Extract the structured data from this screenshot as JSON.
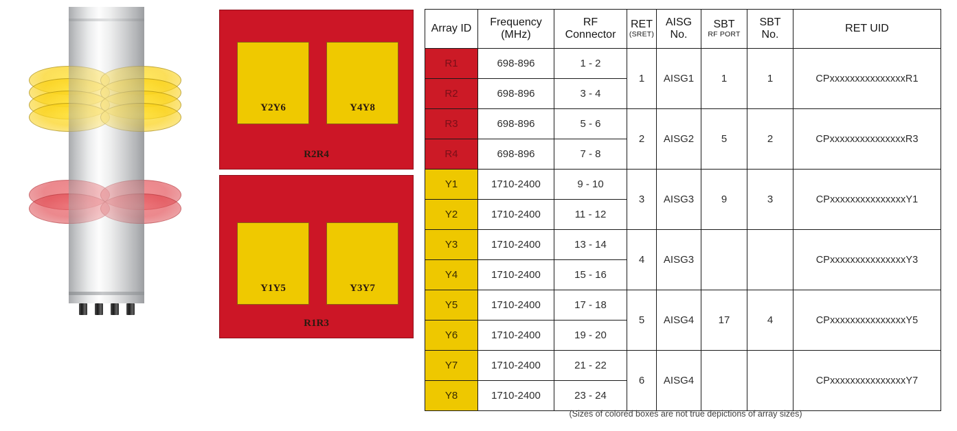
{
  "diagram": {
    "name": "antenna-radome-illustration",
    "lobes": {
      "yellow_count": 4,
      "red_count": 2,
      "yellow_color": "#efc900",
      "red_color": "#d8373e"
    },
    "connector_count": 4
  },
  "array_panels": [
    {
      "id": "array-panel-top",
      "panel_label": "R2R4",
      "color": "#cc1626",
      "tiles": [
        {
          "label": "Y2Y6",
          "color": "#efc900"
        },
        {
          "label": "Y4Y8",
          "color": "#efc900"
        }
      ]
    },
    {
      "id": "array-panel-bottom",
      "panel_label": "R1R3",
      "color": "#cc1626",
      "tiles": [
        {
          "label": "Y1Y5",
          "color": "#efc900"
        },
        {
          "label": "Y3Y7",
          "color": "#efc900"
        }
      ]
    }
  ],
  "table": {
    "headers": [
      {
        "main": "Array ID",
        "sub": ""
      },
      {
        "main": "Frequency",
        "sub": "(MHz)"
      },
      {
        "main": "RF",
        "sub": "Connector"
      },
      {
        "main": "RET",
        "sub": "(SRET)"
      },
      {
        "main": "AISG",
        "sub": "No."
      },
      {
        "main": "SBT",
        "sub": "RF PORT"
      },
      {
        "main": "SBT",
        "sub": "No."
      },
      {
        "main": "RET UID",
        "sub": ""
      }
    ],
    "rows": [
      {
        "array_id": "R1",
        "band": "red",
        "frequency": "698-896",
        "rf_connector": "1 - 2"
      },
      {
        "array_id": "R2",
        "band": "red",
        "frequency": "698-896",
        "rf_connector": "3 - 4"
      },
      {
        "array_id": "R3",
        "band": "red",
        "frequency": "698-896",
        "rf_connector": "5 - 6"
      },
      {
        "array_id": "R4",
        "band": "red",
        "frequency": "698-896",
        "rf_connector": "7 - 8"
      },
      {
        "array_id": "Y1",
        "band": "yellow",
        "frequency": "1710-2400",
        "rf_connector": "9 - 10"
      },
      {
        "array_id": "Y2",
        "band": "yellow",
        "frequency": "1710-2400",
        "rf_connector": "11 - 12"
      },
      {
        "array_id": "Y3",
        "band": "yellow",
        "frequency": "1710-2400",
        "rf_connector": "13 - 14"
      },
      {
        "array_id": "Y4",
        "band": "yellow",
        "frequency": "1710-2400",
        "rf_connector": "15 - 16"
      },
      {
        "array_id": "Y5",
        "band": "yellow",
        "frequency": "1710-2400",
        "rf_connector": "17 - 18"
      },
      {
        "array_id": "Y6",
        "band": "yellow",
        "frequency": "1710-2400",
        "rf_connector": "19 - 20"
      },
      {
        "array_id": "Y7",
        "band": "yellow",
        "frequency": "1710-2400",
        "rf_connector": "21 - 22"
      },
      {
        "array_id": "Y8",
        "band": "yellow",
        "frequency": "1710-2400",
        "rf_connector": "23 - 24"
      }
    ],
    "groups": [
      {
        "ret": "1",
        "aisg": "AISG1",
        "sbt_rf_port": "1",
        "sbt_no": "1",
        "ret_uid": "CPxxxxxxxxxxxxxxxR1"
      },
      {
        "ret": "2",
        "aisg": "AISG2",
        "sbt_rf_port": "5",
        "sbt_no": "2",
        "ret_uid": "CPxxxxxxxxxxxxxxxR3"
      },
      {
        "ret": "3",
        "aisg": "AISG3",
        "sbt_rf_port": "9",
        "sbt_no": "3",
        "ret_uid": "CPxxxxxxxxxxxxxxxY1"
      },
      {
        "ret": "4",
        "aisg": "AISG3",
        "sbt_rf_port": "",
        "sbt_no": "",
        "ret_uid": "CPxxxxxxxxxxxxxxxY3"
      },
      {
        "ret": "5",
        "aisg": "AISG4",
        "sbt_rf_port": "17",
        "sbt_no": "4",
        "ret_uid": "CPxxxxxxxxxxxxxxxY5"
      },
      {
        "ret": "6",
        "aisg": "AISG4",
        "sbt_rf_port": "",
        "sbt_no": "",
        "ret_uid": "CPxxxxxxxxxxxxxxxY7"
      }
    ]
  },
  "footnote": "(Sizes of colored boxes are not true depictions of array sizes)"
}
